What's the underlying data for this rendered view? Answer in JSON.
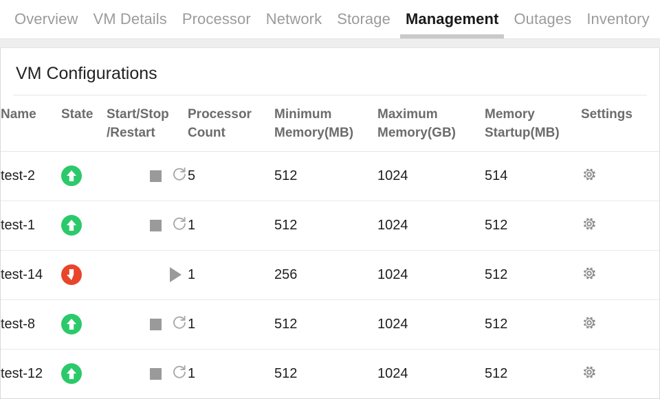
{
  "tabs": [
    {
      "label": "Overview",
      "active": false
    },
    {
      "label": "VM Details",
      "active": false
    },
    {
      "label": "Processor",
      "active": false
    },
    {
      "label": "Network",
      "active": false
    },
    {
      "label": "Storage",
      "active": false
    },
    {
      "label": "Management",
      "active": true
    },
    {
      "label": "Outages",
      "active": false
    },
    {
      "label": "Inventory",
      "active": false
    }
  ],
  "page": {
    "title": "VM Configurations"
  },
  "table": {
    "headers": {
      "name": "Name",
      "state": "State",
      "control_line1": "Start/Stop",
      "control_line2": "/Restart",
      "processor_line1": "Processor",
      "processor_line2": "Count",
      "min_memory_line1": "Minimum",
      "min_memory_line2": "Memory(MB)",
      "max_memory_line1": "Maximum",
      "max_memory_line2": "Memory(GB)",
      "startup_memory_line1": "Memory",
      "startup_memory_line2": "Startup(MB)",
      "settings": "Settings"
    },
    "rows": [
      {
        "name": "test-2",
        "state": "running",
        "state_icon": "arrow-up-circle-icon",
        "controls": [
          "stop-icon",
          "restart-icon"
        ],
        "processor_count": "5",
        "minimum_memory_mb": "512",
        "maximum_memory_gb": "1024",
        "memory_startup_mb": "514",
        "settings_icon": "gear-icon"
      },
      {
        "name": "test-1",
        "state": "running",
        "state_icon": "arrow-up-circle-icon",
        "controls": [
          "stop-icon",
          "restart-icon"
        ],
        "processor_count": "1",
        "minimum_memory_mb": "512",
        "maximum_memory_gb": "1024",
        "memory_startup_mb": "512",
        "settings_icon": "gear-icon"
      },
      {
        "name": "test-14",
        "state": "stopped",
        "state_icon": "arrow-down-circle-icon",
        "controls": [
          "play-icon"
        ],
        "processor_count": "1",
        "minimum_memory_mb": "256",
        "maximum_memory_gb": "1024",
        "memory_startup_mb": "512",
        "settings_icon": "gear-icon"
      },
      {
        "name": "test-8",
        "state": "running",
        "state_icon": "arrow-up-circle-icon",
        "controls": [
          "stop-icon",
          "restart-icon"
        ],
        "processor_count": "1",
        "minimum_memory_mb": "512",
        "maximum_memory_gb": "1024",
        "memory_startup_mb": "512",
        "settings_icon": "gear-icon"
      },
      {
        "name": "test-12",
        "state": "running",
        "state_icon": "arrow-up-circle-icon",
        "controls": [
          "stop-icon",
          "restart-icon"
        ],
        "processor_count": "1",
        "minimum_memory_mb": "512",
        "maximum_memory_gb": "1024",
        "memory_startup_mb": "512",
        "settings_icon": "gear-icon"
      }
    ]
  },
  "colors": {
    "running_green": "#2bc96a",
    "stopped_red": "#e8452b",
    "icon_gray": "#9a9a9a",
    "header_gray": "#6c6c6c",
    "tab_inactive": "#9b9b9b",
    "tab_active": "#1a1a1a",
    "tab_underline": "#c9c9c9",
    "band_gray": "#eeeeee"
  }
}
